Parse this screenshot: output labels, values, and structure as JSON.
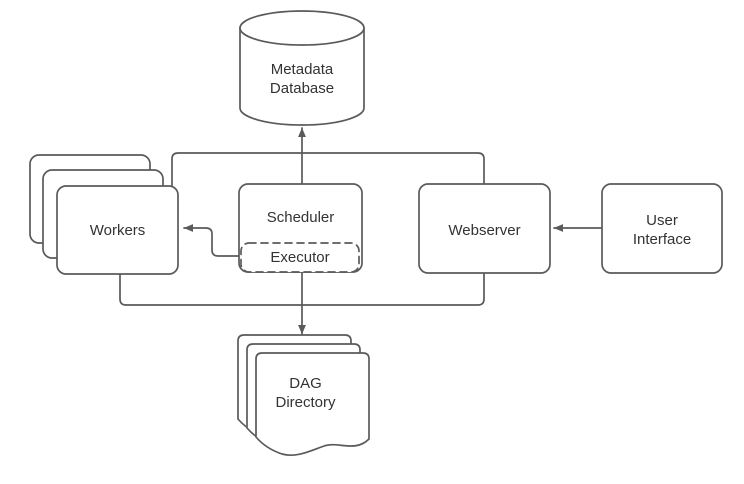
{
  "diagram": {
    "title": "Airflow Architecture Diagram",
    "background_color": "#ffffff",
    "stroke_color": "#5a5a5a",
    "text_color": "#333333",
    "nodes": {
      "metadata_database": {
        "label": "Metadata\nDatabase",
        "shape": "cylinder"
      },
      "workers": {
        "label": "Workers",
        "shape": "stacked-rounded-rectangle",
        "stack_count": 3
      },
      "scheduler": {
        "label": "Scheduler",
        "shape": "rounded-rectangle"
      },
      "executor": {
        "label": "Executor",
        "shape": "dashed-rounded-rectangle"
      },
      "webserver": {
        "label": "Webserver",
        "shape": "rounded-rectangle"
      },
      "user_interface": {
        "label": "User\nInterface",
        "shape": "rounded-rectangle"
      },
      "dag_directory": {
        "label": "DAG\nDirectory",
        "shape": "stacked-document",
        "stack_count": 3
      }
    },
    "edges": [
      {
        "name": "scheduler-to-metadata-database",
        "from": "scheduler",
        "to": "metadata_database",
        "arrow": true
      },
      {
        "name": "executor-to-workers",
        "from": "executor",
        "to": "workers",
        "arrow": true
      },
      {
        "name": "executor-to-dag-directory",
        "from": "executor",
        "to": "dag_directory",
        "arrow": true
      },
      {
        "name": "user-interface-to-webserver",
        "from": "user_interface",
        "to": "webserver",
        "arrow": true
      },
      {
        "name": "workers-to-webserver-top",
        "from": "workers",
        "to": "webserver",
        "arrow": false
      },
      {
        "name": "workers-to-webserver-bottom",
        "from": "workers",
        "to": "webserver",
        "arrow": false
      }
    ]
  }
}
